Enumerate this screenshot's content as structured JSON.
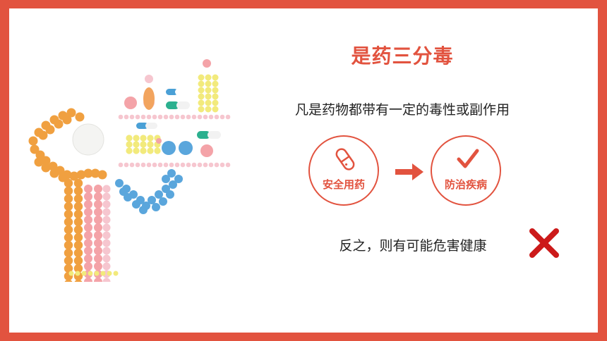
{
  "title": "是药三分毒",
  "subtitle": "凡是药物都带有一定的毒性或副作用",
  "flow": {
    "left_label": "安全用药",
    "right_label": "防治疾病",
    "left_icon": "capsule-icon",
    "right_icon": "checkmark-icon",
    "connector_icon": "arrow-right-icon"
  },
  "warning": {
    "text": "反之，则有可能危害健康",
    "icon": "x-mark-icon"
  },
  "colors": {
    "accent": "#e2533f",
    "text": "#222222",
    "background": "#ffffff"
  }
}
